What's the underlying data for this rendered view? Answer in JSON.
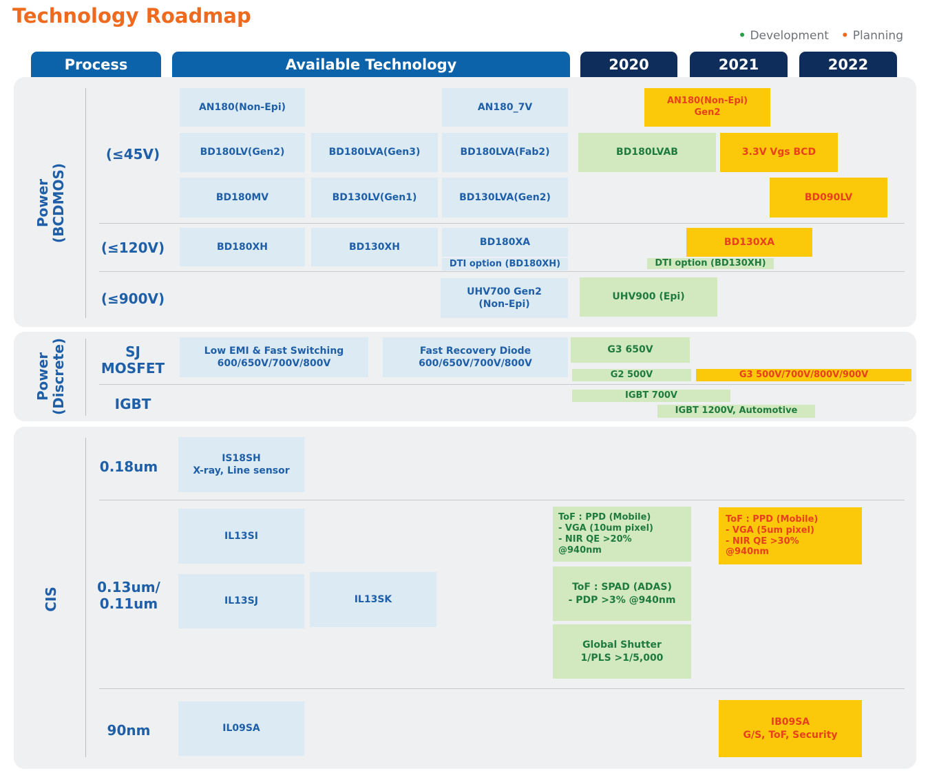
{
  "title": "Technology Roadmap",
  "legend": {
    "development": "Development",
    "planning": "Planning"
  },
  "headers": {
    "process": "Process",
    "available": "Available Technology",
    "y2020": "2020",
    "y2021": "2021",
    "y2022": "2022"
  },
  "groups": {
    "bcdmos": "Power\n(BCDMOS)",
    "discrete": "Power\n(Discrete)",
    "cis": "CIS"
  },
  "rows": {
    "v45": "(≤45V)",
    "v120": "(≤120V)",
    "v900": "(≤900V)",
    "sj": "SJ\nMOSFET",
    "igbt": "IGBT",
    "um018": "0.18um",
    "um013": "0.13um/\n0.11um",
    "nm90": "90nm"
  },
  "boxes": {
    "an180": "AN180(Non-Epi)",
    "an180_7v": "AN180_7V",
    "an180_gen2": "AN180(Non-Epi)\nGen2",
    "bd180lv": "BD180LV(Gen2)",
    "bd180lva3": "BD180LVA(Gen3)",
    "bd180lvafab2": "BD180LVA(Fab2)",
    "bd180lvab": "BD180LVAB",
    "vgs_bcd": "3.3V Vgs BCD",
    "bd180mv": "BD180MV",
    "bd130lv": "BD130LV(Gen1)",
    "bd130lva": "BD130LVA(Gen2)",
    "bd090lv": "BD090LV",
    "bd180xh": "BD180XH",
    "bd130xh": "BD130XH",
    "bd180xa": "BD180XA",
    "bd130xa": "BD130XA",
    "dti180": "DTI option (BD180XH)",
    "dti130": "DTI option (BD130XH)",
    "uhv700": "UHV700 Gen2\n(Non-Epi)",
    "uhv900": "UHV900 (Epi)",
    "lowemi": "Low EMI & Fast Switching\n600/650V/700V/800V",
    "frd": "Fast Recovery Diode\n600/650V/700V/800V",
    "g3_650": "G3 650V",
    "g2_500": "G2 500V",
    "g3_multi": "G3 500V/700V/800V/900V",
    "igbt700": "IGBT 700V",
    "igbt1200": "IGBT 1200V, Automotive",
    "is18sh": "IS18SH\nX-ray, Line sensor",
    "il13si": "IL13SI",
    "il13sj": "IL13SJ",
    "il13sk": "IL13SK",
    "tof_ppd_dev": "ToF : PPD (Mobile)\n- VGA (10um pixel)\n- NIR QE >20%\n@940nm",
    "tof_ppd_plan": "ToF : PPD (Mobile)\n- VGA (5um pixel)\n- NIR QE >30%\n@940nm",
    "tof_spad": "ToF : SPAD (ADAS)\n- PDP >3% @940nm",
    "global_shutter": "Global Shutter\n1/PLS >1/5,000",
    "il09sa": "IL09SA",
    "ib09sa": "IB09SA\nG/S, ToF, Security"
  },
  "colors": {
    "available": "#dceaf3",
    "development": "#d2e9bf",
    "planning": "#fcc80a",
    "header_blue": "#0d63a9",
    "header_navy": "#0f2d5a",
    "title": "#ee6a1f"
  }
}
